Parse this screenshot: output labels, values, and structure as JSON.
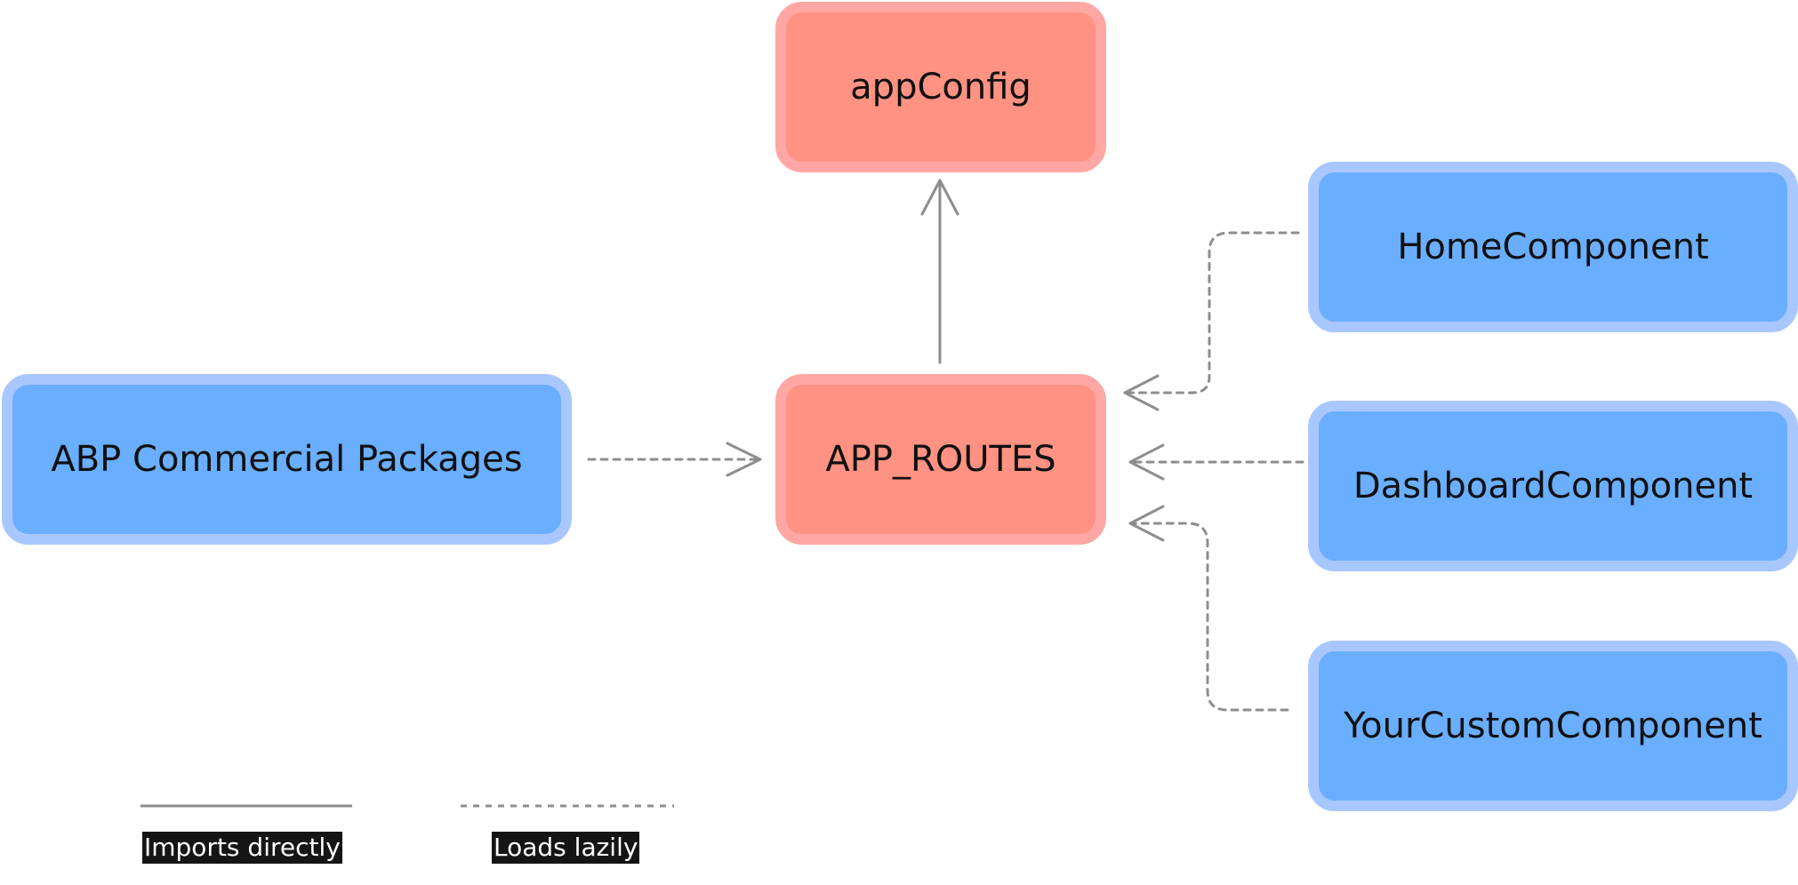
{
  "colors": {
    "blue_fill": "#6aaeff",
    "blue_border": "#a9c7ff",
    "red_fill": "#ff9282",
    "red_border": "#ffa7a4",
    "edge": "#8e8e8e",
    "legend_label_bg": "#151515",
    "legend_label_text": "#ffffff"
  },
  "nodes": {
    "app_config": {
      "label": "appConfig"
    },
    "app_routes": {
      "label": "APP_ROUTES"
    },
    "abp_commercial_packages": {
      "label": "ABP Commercial Packages"
    },
    "home_component": {
      "label": "HomeComponent"
    },
    "dashboard_component": {
      "label": "DashboardComponent"
    },
    "your_custom_component": {
      "label": "YourCustomComponent"
    }
  },
  "edges": [
    {
      "from": "app_routes",
      "to": "app_config",
      "style": "solid"
    },
    {
      "from": "abp_commercial_packages",
      "to": "app_routes",
      "style": "dashed"
    },
    {
      "from": "home_component",
      "to": "app_routes",
      "style": "dashed"
    },
    {
      "from": "dashboard_component",
      "to": "app_routes",
      "style": "dashed"
    },
    {
      "from": "your_custom_component",
      "to": "app_routes",
      "style": "dashed"
    }
  ],
  "legend": {
    "solid_label": "Imports directly",
    "dashed_label": "Loads lazily"
  }
}
